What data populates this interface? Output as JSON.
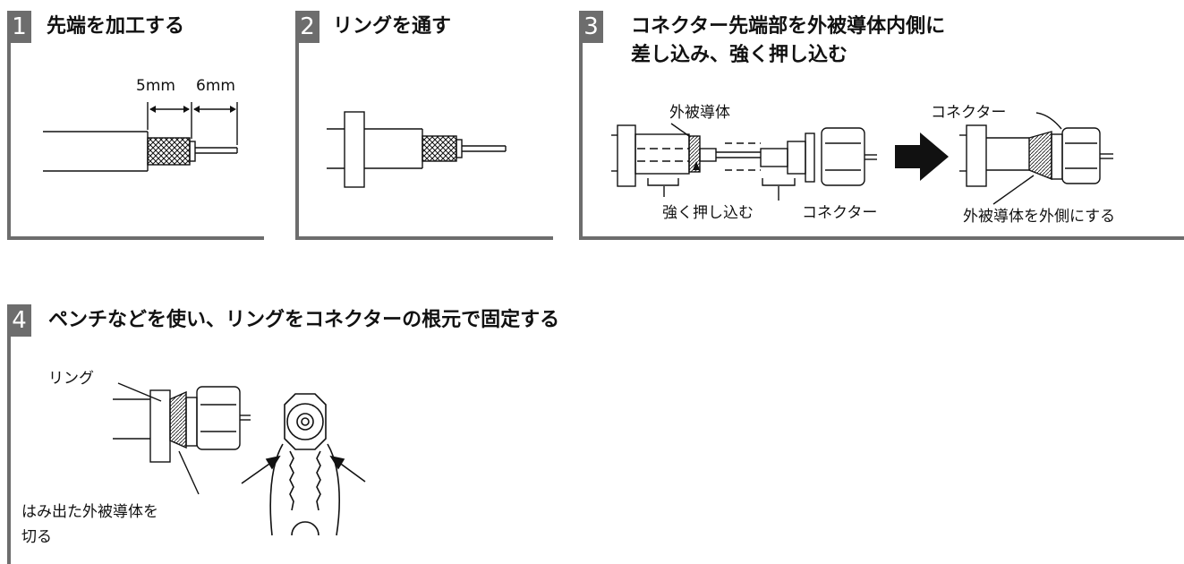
{
  "steps": [
    {
      "num": "1",
      "title": "先端を加工する",
      "labels": {
        "dim_a": "5mm",
        "dim_b": "6mm"
      }
    },
    {
      "num": "2",
      "title": "リングを通す"
    },
    {
      "num": "3",
      "title_line1": "コネクター先端部を外被導体内側に",
      "title_line2": "差し込み、強く押し込む",
      "labels": {
        "outer_conductor": "外被導体",
        "connector_top": "コネクター",
        "push_in": "強く押し込む",
        "connector_bottom": "コネクター",
        "outer_outside": "外被導体を外側にする"
      }
    },
    {
      "num": "4",
      "title": "ペンチなどを使い、リングをコネクターの根元で固定する",
      "labels": {
        "ring": "リング",
        "cut_line1": "はみ出た外被導体を",
        "cut_line2": "切る"
      }
    }
  ],
  "colors": {
    "frame": "#6d6d6d",
    "line": "#111111",
    "background": "#ffffff"
  }
}
